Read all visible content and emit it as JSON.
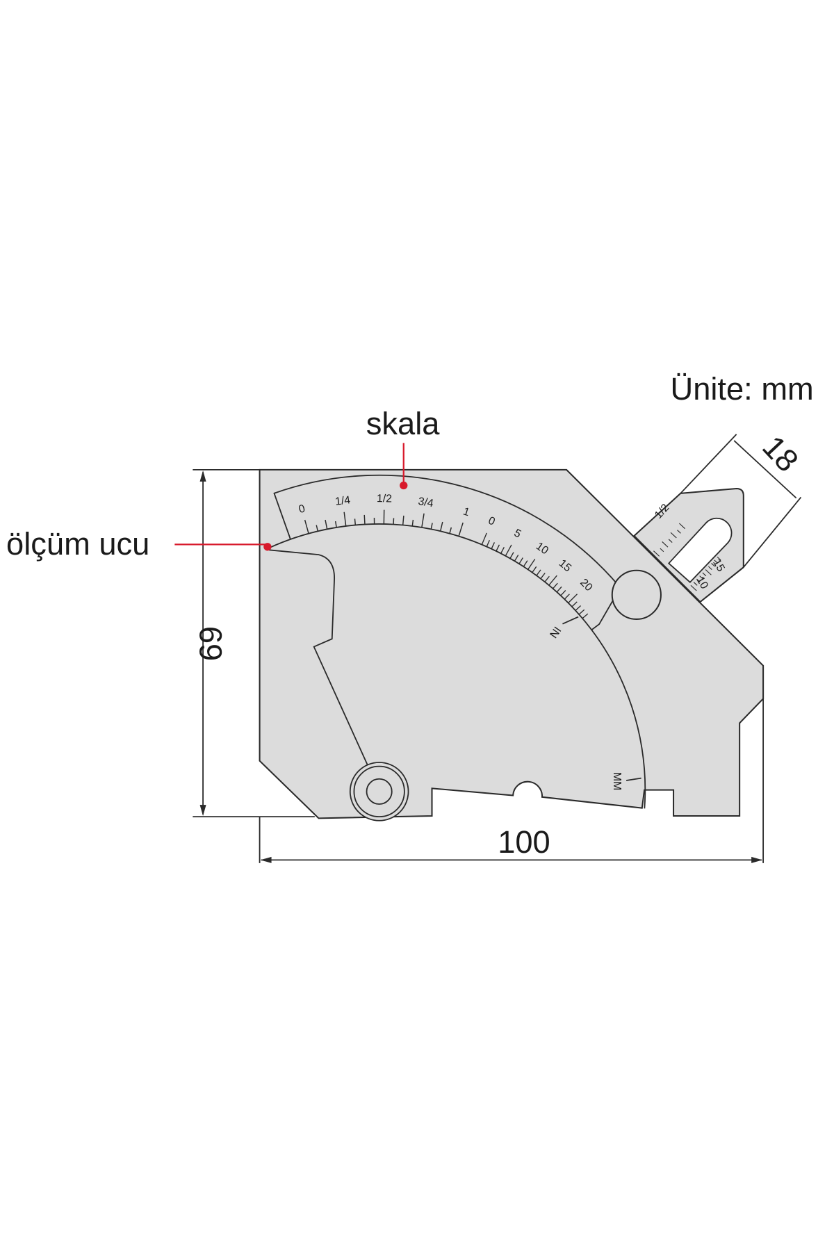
{
  "unit_label": "Ünite: mm",
  "callouts": {
    "scale": "skala",
    "tip": "ölçüm ucu"
  },
  "dimensions": {
    "height": "69",
    "width": "100",
    "tab_width": "18"
  },
  "scale": {
    "inch_labels": [
      "0",
      "1/4",
      "1/2",
      "3/4",
      "1"
    ],
    "mm_labels": [
      "0",
      "5",
      "10",
      "15",
      "20"
    ],
    "inch_marker": "IN",
    "mm_marker": "MM"
  },
  "tab_scale": {
    "labels": [
      "1/2",
      "15",
      "10"
    ]
  },
  "colors": {
    "plate": "#dcdcdc",
    "outline": "#2a2a2a",
    "callout": "#d8192b"
  }
}
